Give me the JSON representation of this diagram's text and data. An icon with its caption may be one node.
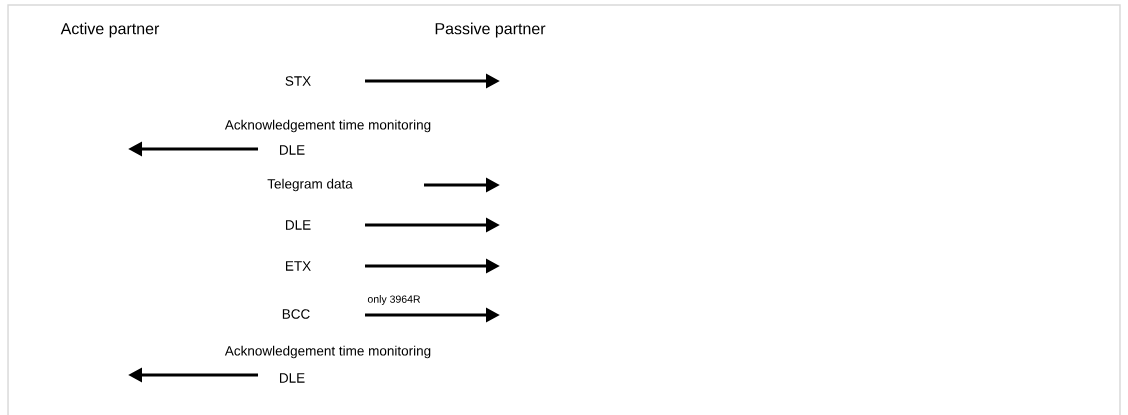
{
  "diagram": {
    "labels": [
      "Active partner",
      "Passive partner",
      "STX",
      "Acknowledgement time monitoring",
      "DLE",
      "Telegram data",
      "DLE",
      "ETX",
      "only 3964R",
      "BCC",
      "Acknowledgement time monitoring",
      "DLE"
    ]
  }
}
